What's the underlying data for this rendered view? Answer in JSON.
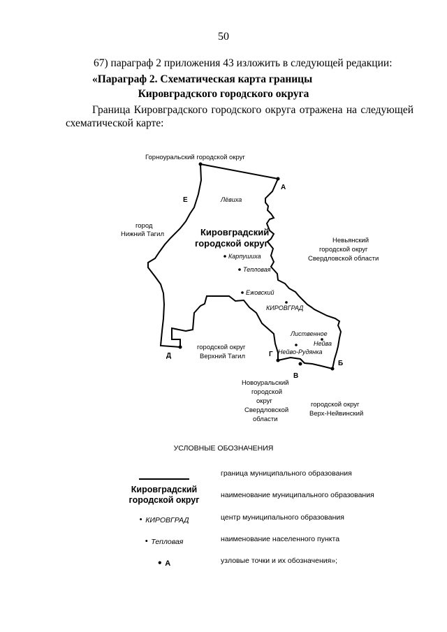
{
  "page_number": "50",
  "intro_line": "67) параграф 2 приложения 43 изложить в следующей редакции:",
  "heading_line1": "«Параграф 2. Схематическая карта границы",
  "heading_line2": "Кировградского городского округа",
  "body_line1": "Граница Кировградского городского округа отражена на следующей",
  "body_line2": "схематической карте:",
  "map": {
    "district_name_line1": "Кировградский",
    "district_name_line2": "городской округ",
    "neighbors": {
      "north": "Горноуральский городской округ",
      "west_line1": "город",
      "west_line2": "Нижний Тагил",
      "east_line1": "Невьянский",
      "east_line2": "городской округ",
      "east_line3": "Свердловской области",
      "southwest_line1": "городской округ",
      "southwest_line2": "Верхний Тагил",
      "south_line1": "Новоуральский",
      "south_line2": "городской",
      "south_line3": "округ",
      "south_line4": "Свердловской",
      "south_line5": "области",
      "southeast_line1": "городской округ",
      "southeast_line2": "Верх-Нейвинский"
    },
    "settlements": {
      "levikha": "Лёвиха",
      "karpushikha": "Карпушиха",
      "teplovaya": "Тепловая",
      "ezhovsky": "Ежовский",
      "kirovgrad": "КИРОВГРАД",
      "listvennoe": "Лиственное",
      "neyva": "Нейва",
      "neyvo_rudyanka": "Нейво-Рудянка"
    },
    "nodes": {
      "a": "А",
      "b": "Б",
      "v": "В",
      "g": "Г",
      "d": "Д",
      "e": "Е"
    }
  },
  "legend": {
    "title": "УСЛОВНЫЕ ОБОЗНАЧЕНИЯ",
    "row1_desc": "граница муниципального образования",
    "row2_symbol_line1": "Кировградский",
    "row2_symbol_line2": "городской округ",
    "row2_desc": "наименование муниципального образования",
    "row3_symbol": "КИРОВГРАД",
    "row3_desc": "центр муниципального образования",
    "row4_symbol": "Тепловая",
    "row4_desc": "наименование населенного пункта",
    "row5_symbol": "А",
    "row5_desc": "узловые точки и их обозначения»;"
  }
}
